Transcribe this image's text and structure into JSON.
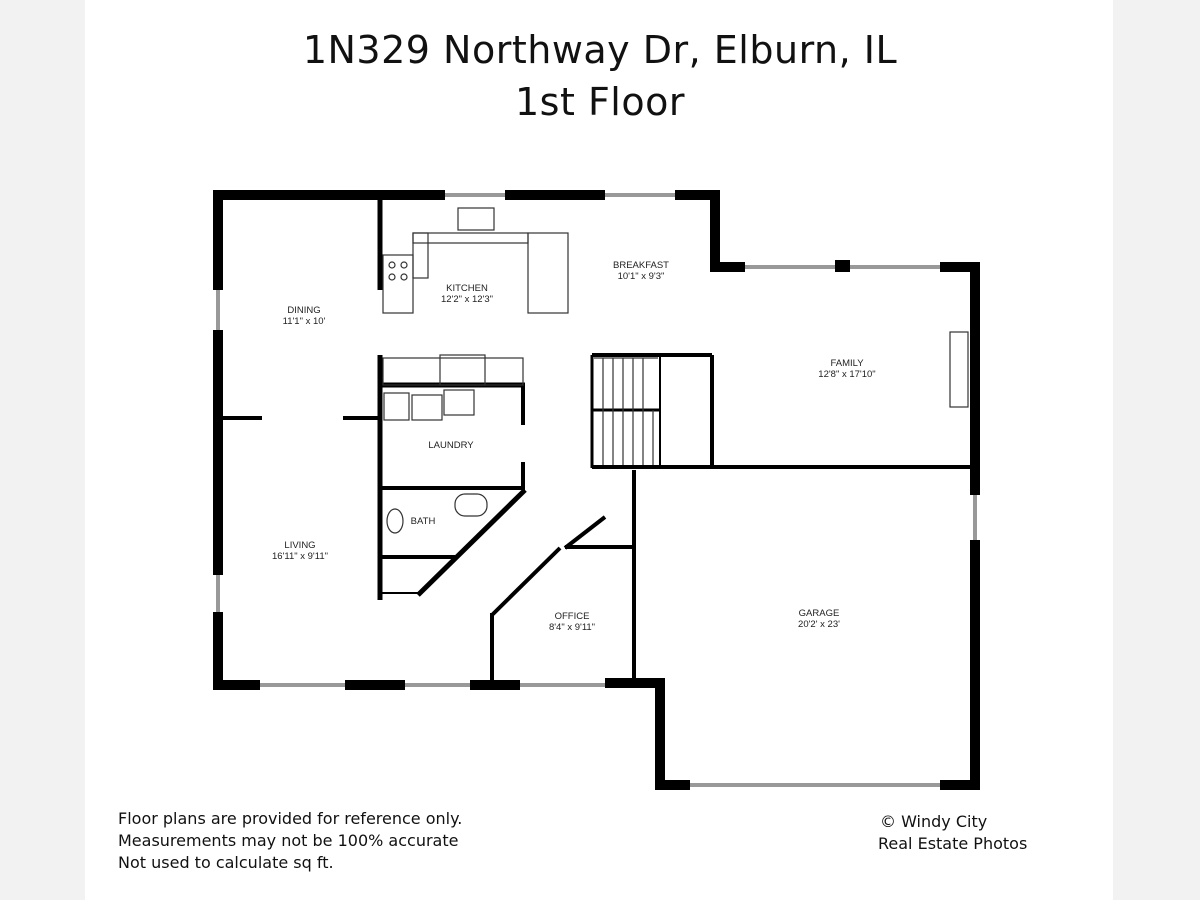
{
  "title": {
    "line1": "1N329 Northway Dr, Elburn, IL",
    "line2": "1st Floor"
  },
  "rooms": [
    {
      "name": "KITCHEN",
      "dims": "12'2\" x 12'3\""
    },
    {
      "name": "BREAKFAST",
      "dims": "10'1\" x 9'3\""
    },
    {
      "name": "DINING",
      "dims": "11'1\" x 10'"
    },
    {
      "name": "FAMILY",
      "dims": "12'8\" x 17'10\""
    },
    {
      "name": "LAUNDRY",
      "dims": ""
    },
    {
      "name": "BATH",
      "dims": ""
    },
    {
      "name": "LIVING",
      "dims": "16'11\" x 9'11\""
    },
    {
      "name": "OFFICE",
      "dims": "8'4\" x 9'11\""
    },
    {
      "name": "GARAGE",
      "dims": "20'2' x 23'"
    }
  ],
  "disclaimer": [
    "Floor plans are provided for reference only.",
    "Measurements may not be 100% accurate",
    "Not used to calculate sq ft."
  ],
  "credit": [
    "© Windy City",
    "Real Estate Photos"
  ]
}
